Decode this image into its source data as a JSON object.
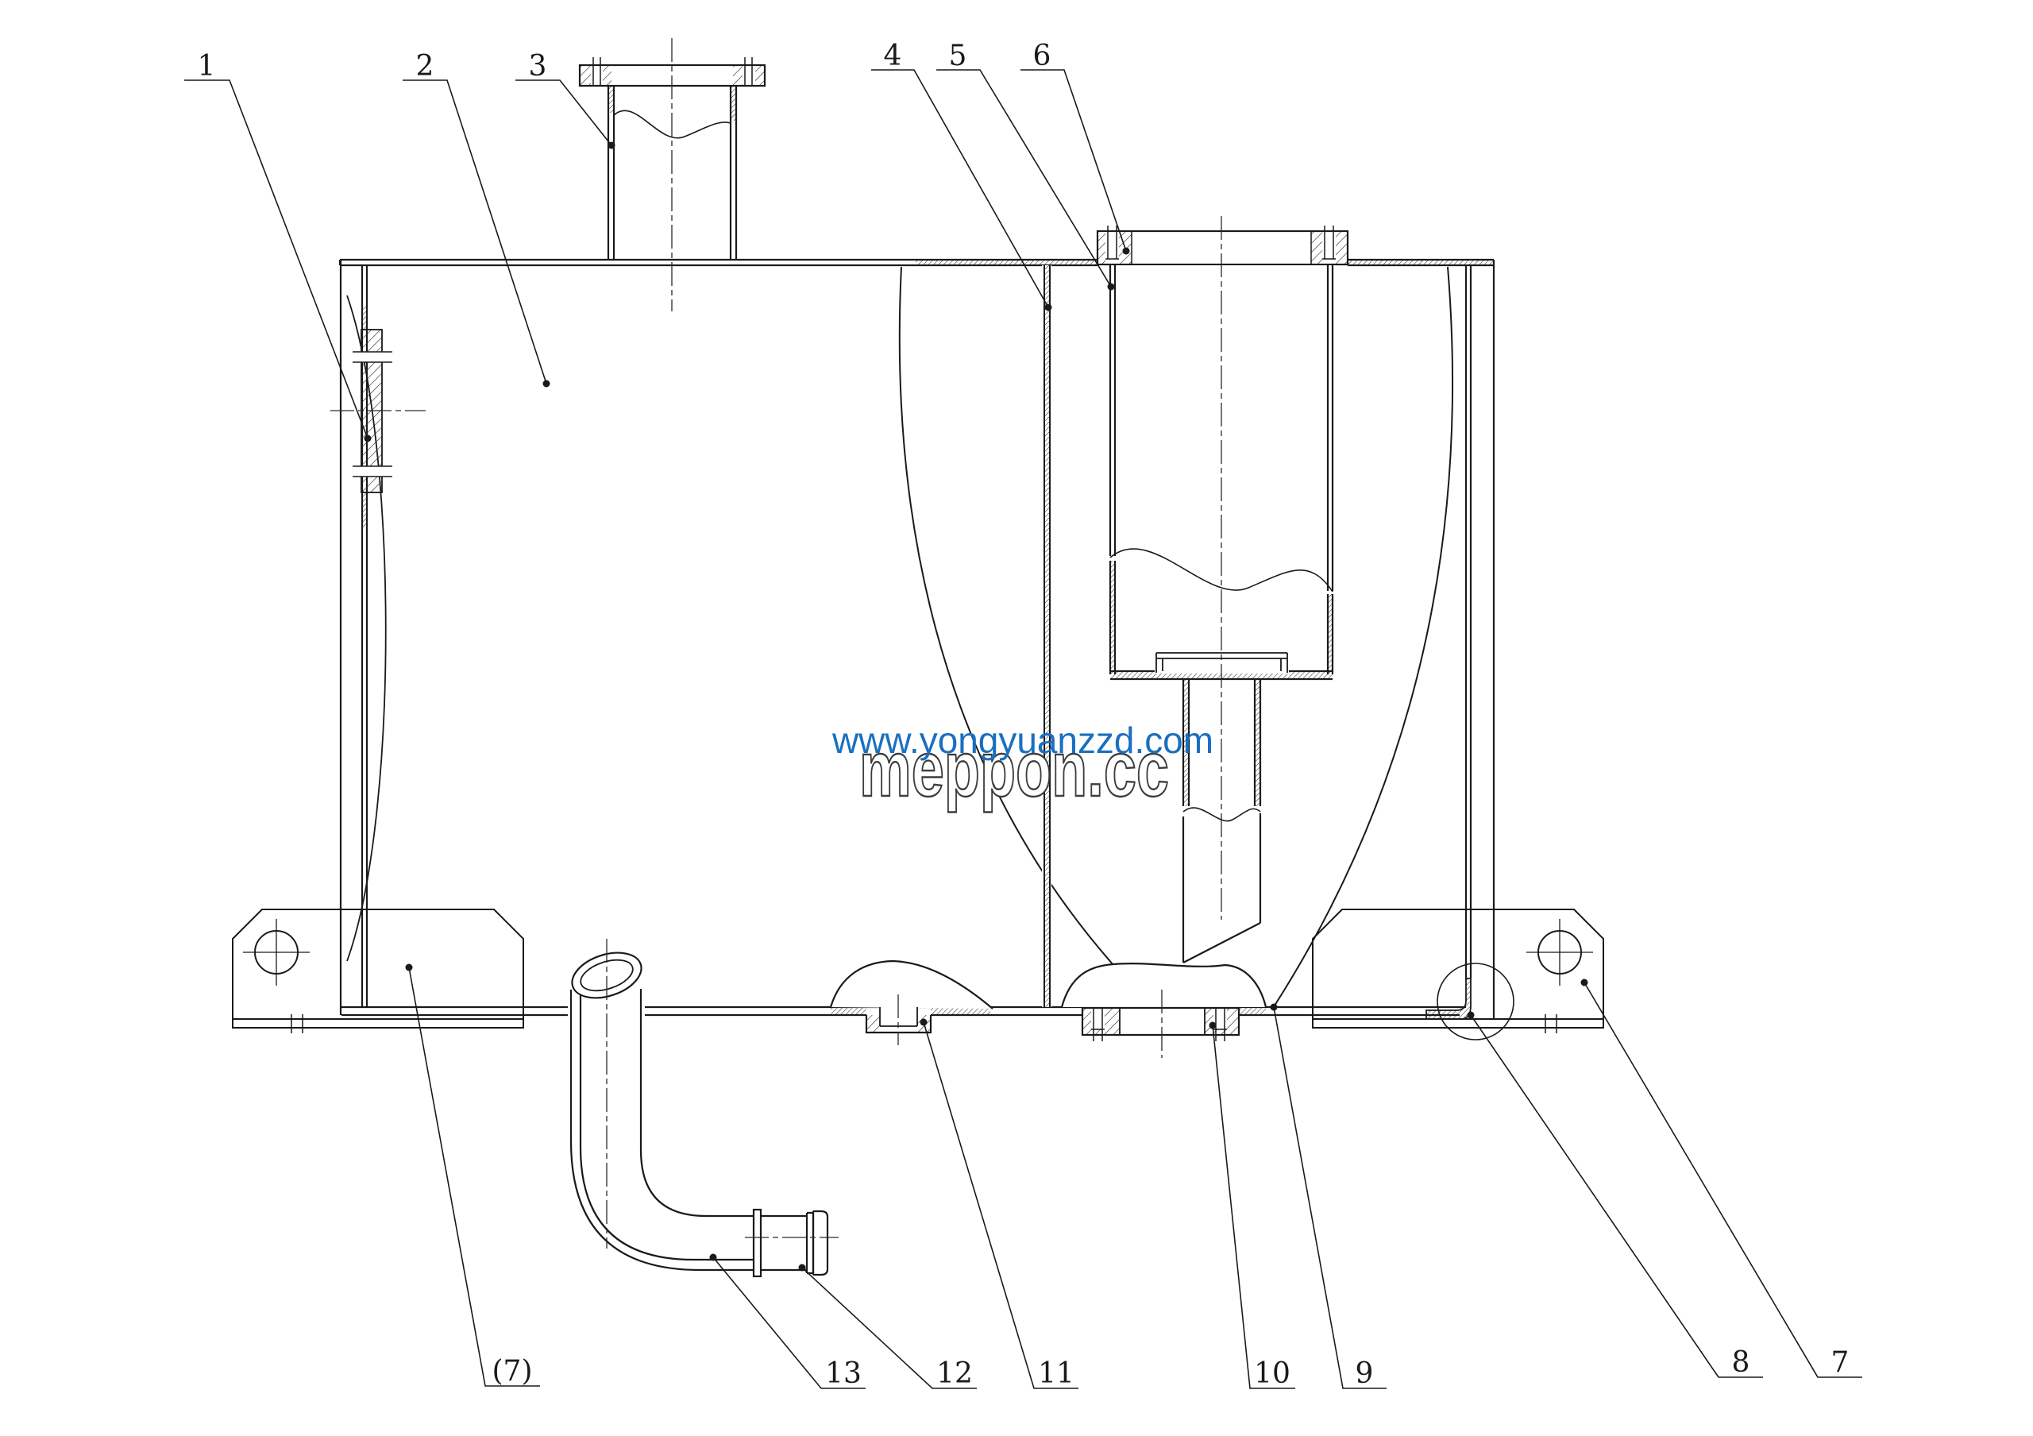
{
  "page": {
    "background": "#ffffff",
    "line_color": "#1a1a1a"
  },
  "watermark": {
    "url_text": "www.yongyuanzzd.com",
    "brand_text": "meppon.cc",
    "url_color": "#1b6fc0",
    "brand_outline_color": "#3c3c3c",
    "brand_fill": "#ffffff"
  },
  "labels": {
    "n1": "1",
    "n2": "2",
    "n3": "3",
    "n4": "4",
    "n5": "5",
    "n6": "6",
    "n7": "7",
    "n8": "8",
    "n9": "9",
    "n10": "10",
    "n11": "11",
    "n12": "12",
    "n13": "13",
    "np7": "(7)"
  }
}
